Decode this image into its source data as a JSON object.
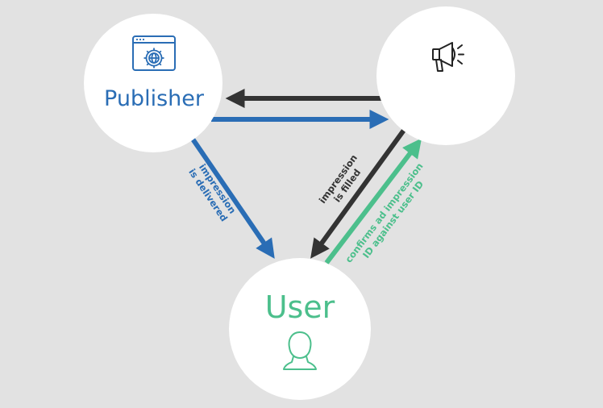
{
  "nodes": {
    "publisher": {
      "label": "Publisher",
      "icon": "browser-gear-icon"
    },
    "advertiser": {
      "label": "",
      "icon": "megaphone-icon"
    },
    "user": {
      "label": "User",
      "icon": "user-silhouette-icon"
    }
  },
  "edges": {
    "impression_delivered": {
      "line1": "impression",
      "line2": "is delivered"
    },
    "impression_filled": {
      "line1": "impression",
      "line2": "is filled"
    },
    "confirms": {
      "line1": "confirms ad impression",
      "line2": "ID against user ID"
    }
  },
  "colors": {
    "background": "#e2e2e2",
    "node_fill": "#ffffff",
    "blue": "#2a6db5",
    "dark": "#333333",
    "green": "#4cbf8c",
    "user_text": "#4cbf8c",
    "publisher_text": "#2a6db5"
  }
}
